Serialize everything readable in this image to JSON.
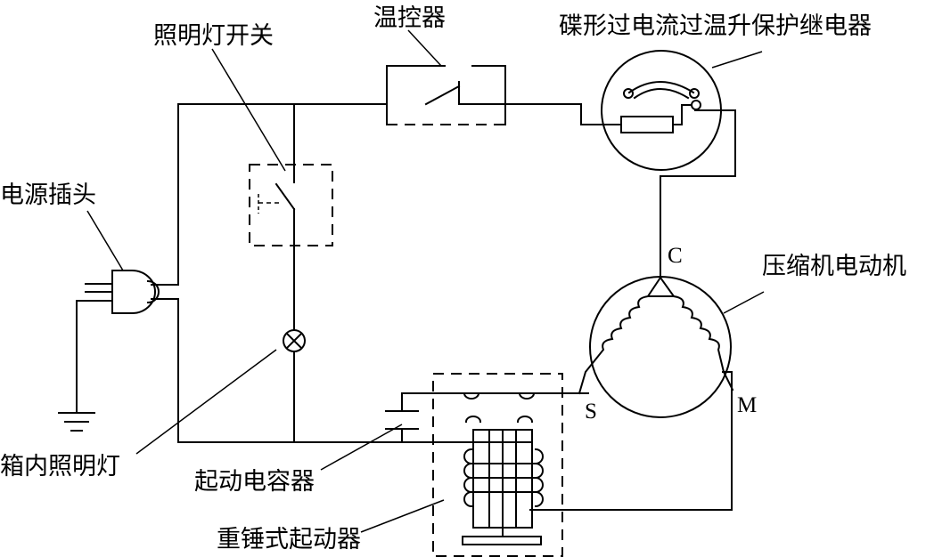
{
  "labels": {
    "thermostat": "温控器",
    "light_switch": "照明灯开关",
    "relay": "碟形过电流过温升保护继电器",
    "power_plug": "电源插头",
    "motor": "压缩机电动机",
    "lamp": "箱内照明灯",
    "capacitor": "起动电容器",
    "starter": "重锤式起动器"
  },
  "terminals": {
    "common": "C",
    "start": "S",
    "main": "M"
  },
  "colors": {
    "line": "#000000",
    "background": "#ffffff"
  }
}
